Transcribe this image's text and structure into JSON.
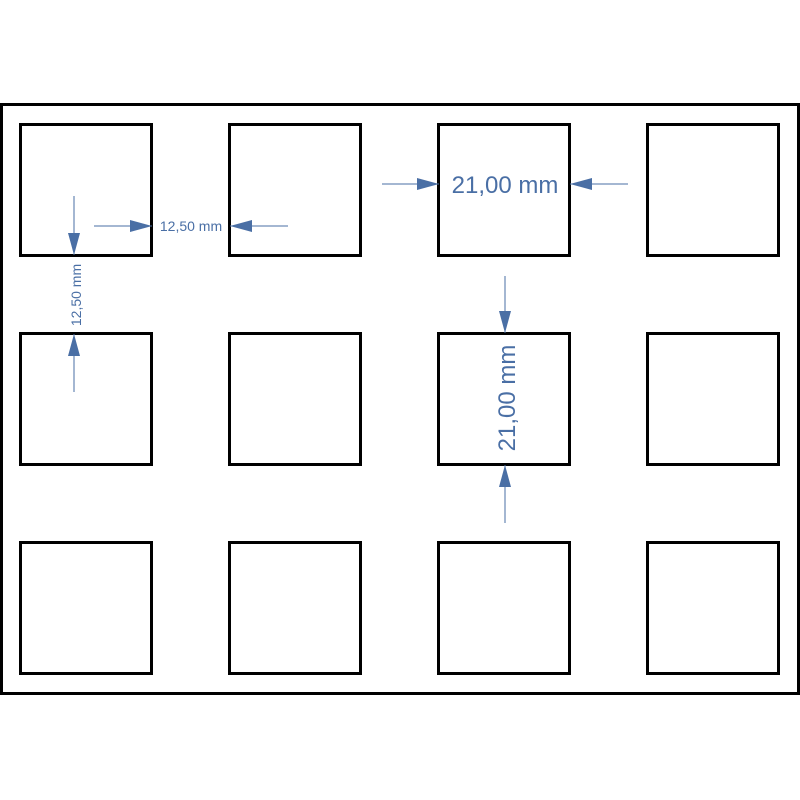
{
  "drawing": {
    "grid": {
      "rows": 3,
      "columns": 4
    },
    "colors": {
      "outline": "#000000",
      "dimension": "#4a6fa5",
      "background": "#ffffff"
    },
    "dimensions": {
      "gap_horizontal": "12,50 mm",
      "gap_vertical": "12,50 mm",
      "cell_width": "21,00 mm",
      "cell_height": "21,00 mm"
    }
  }
}
